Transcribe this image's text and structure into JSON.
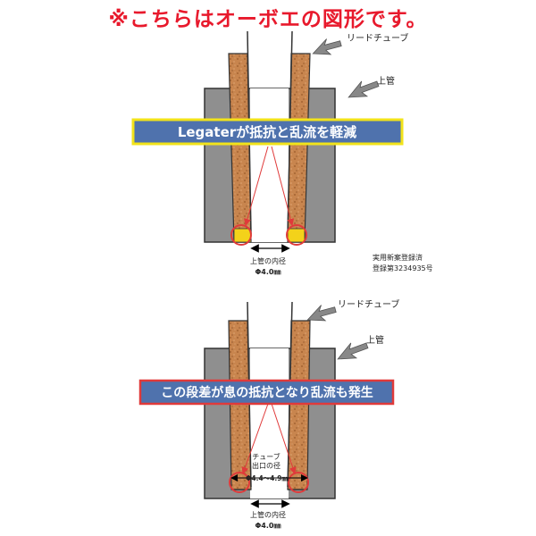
{
  "title": "※こちらはオーボエの図形です。",
  "colors": {
    "title": "#e8192c",
    "pipe": "#8f8f8f",
    "cork": "#c8854e",
    "banner_top_fill": "#4f72ad",
    "banner_top_border": "#f2e31a",
    "banner_bottom_fill": "#4f72ad",
    "banner_bottom_border": "#e03a3a",
    "pointer_line": "#e03a3a",
    "highlight": "#f3d21a"
  },
  "diagram_top": {
    "reed_label": "リードチューブ",
    "pipe_label": "上管",
    "banner": "Legaterが抵抗と乱流を軽減",
    "inner_label": "上管の内径",
    "inner_size": "Φ4.0㎜",
    "note_line1": "実用新案登録済",
    "note_line2": "登録第3234935号"
  },
  "diagram_bottom": {
    "reed_label": "リードチューブ",
    "pipe_label": "上管",
    "banner": "この段差が息の抵抗となり乱流も発生",
    "exit_label_line1": "チューブ",
    "exit_label_line2": "出口の径",
    "exit_size": "Φ4.4〜4.9㎜",
    "inner_label": "上管の内径",
    "inner_size": "Φ4.0㎜"
  }
}
